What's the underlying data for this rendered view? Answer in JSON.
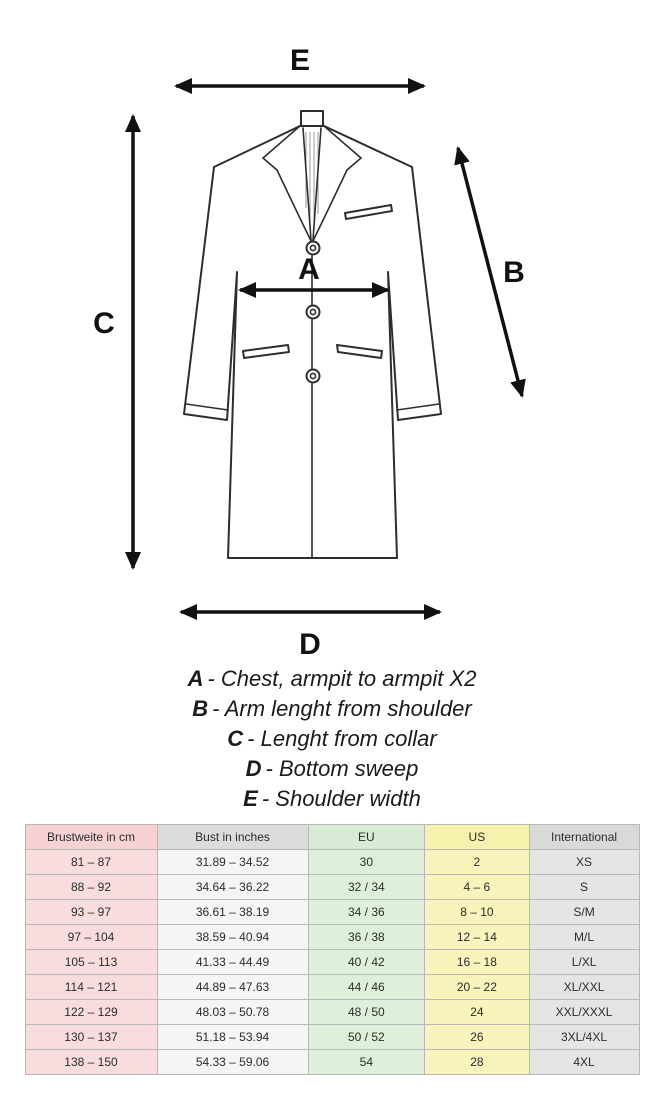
{
  "diagram": {
    "arrow_labels": {
      "chest": "A",
      "arm": "B",
      "length": "C",
      "sweep": "D",
      "shoulder": "E"
    }
  },
  "legend": {
    "items": [
      {
        "letter": "A",
        "text": "- Chest, armpit to armpit X2"
      },
      {
        "letter": "B",
        "text": "- Arm lenght from shoulder"
      },
      {
        "letter": "C",
        "text": "- Lenght from collar"
      },
      {
        "letter": "D",
        "text": "- Bottom sweep"
      },
      {
        "letter": "E",
        "text": "- Shoulder width"
      }
    ]
  },
  "table": {
    "headers": [
      "Brustweite in cm",
      "Bust in inches",
      "EU",
      "US",
      "International"
    ],
    "rows": [
      [
        "81 – 87",
        "31.89 – 34.52",
        "30",
        "2",
        "XS"
      ],
      [
        "88 – 92",
        "34.64 – 36.22",
        "32 / 34",
        "4 – 6",
        "S"
      ],
      [
        "93 – 97",
        "36.61 – 38.19",
        "34 / 36",
        "8 – 10",
        "S/M"
      ],
      [
        "97 – 104",
        "38.59 – 40.94",
        "36 / 38",
        "12 – 14",
        "M/L"
      ],
      [
        "105 – 113",
        "41.33 – 44.49",
        "40 / 42",
        "16 – 18",
        "L/XL"
      ],
      [
        "114 – 121",
        "44.89 – 47.63",
        "44 / 46",
        "20 – 22",
        "XL/XXL"
      ],
      [
        "122 – 129",
        "48.03 – 50.78",
        "48 / 50",
        "24",
        "XXL/XXXL"
      ],
      [
        "130 – 137",
        "51.18 – 53.94",
        "50 / 52",
        "26",
        "3XL/4XL"
      ],
      [
        "138 – 150",
        "54.33 – 59.06",
        "54",
        "28",
        "4XL"
      ]
    ],
    "colors": {
      "cm_column": "#f9dcde",
      "inches_column": "#f5f5f5",
      "eu_column": "#def0da",
      "us_column": "#f8f4bc",
      "international_column": "#e5e5e5",
      "border": "#b8b8b8"
    }
  }
}
